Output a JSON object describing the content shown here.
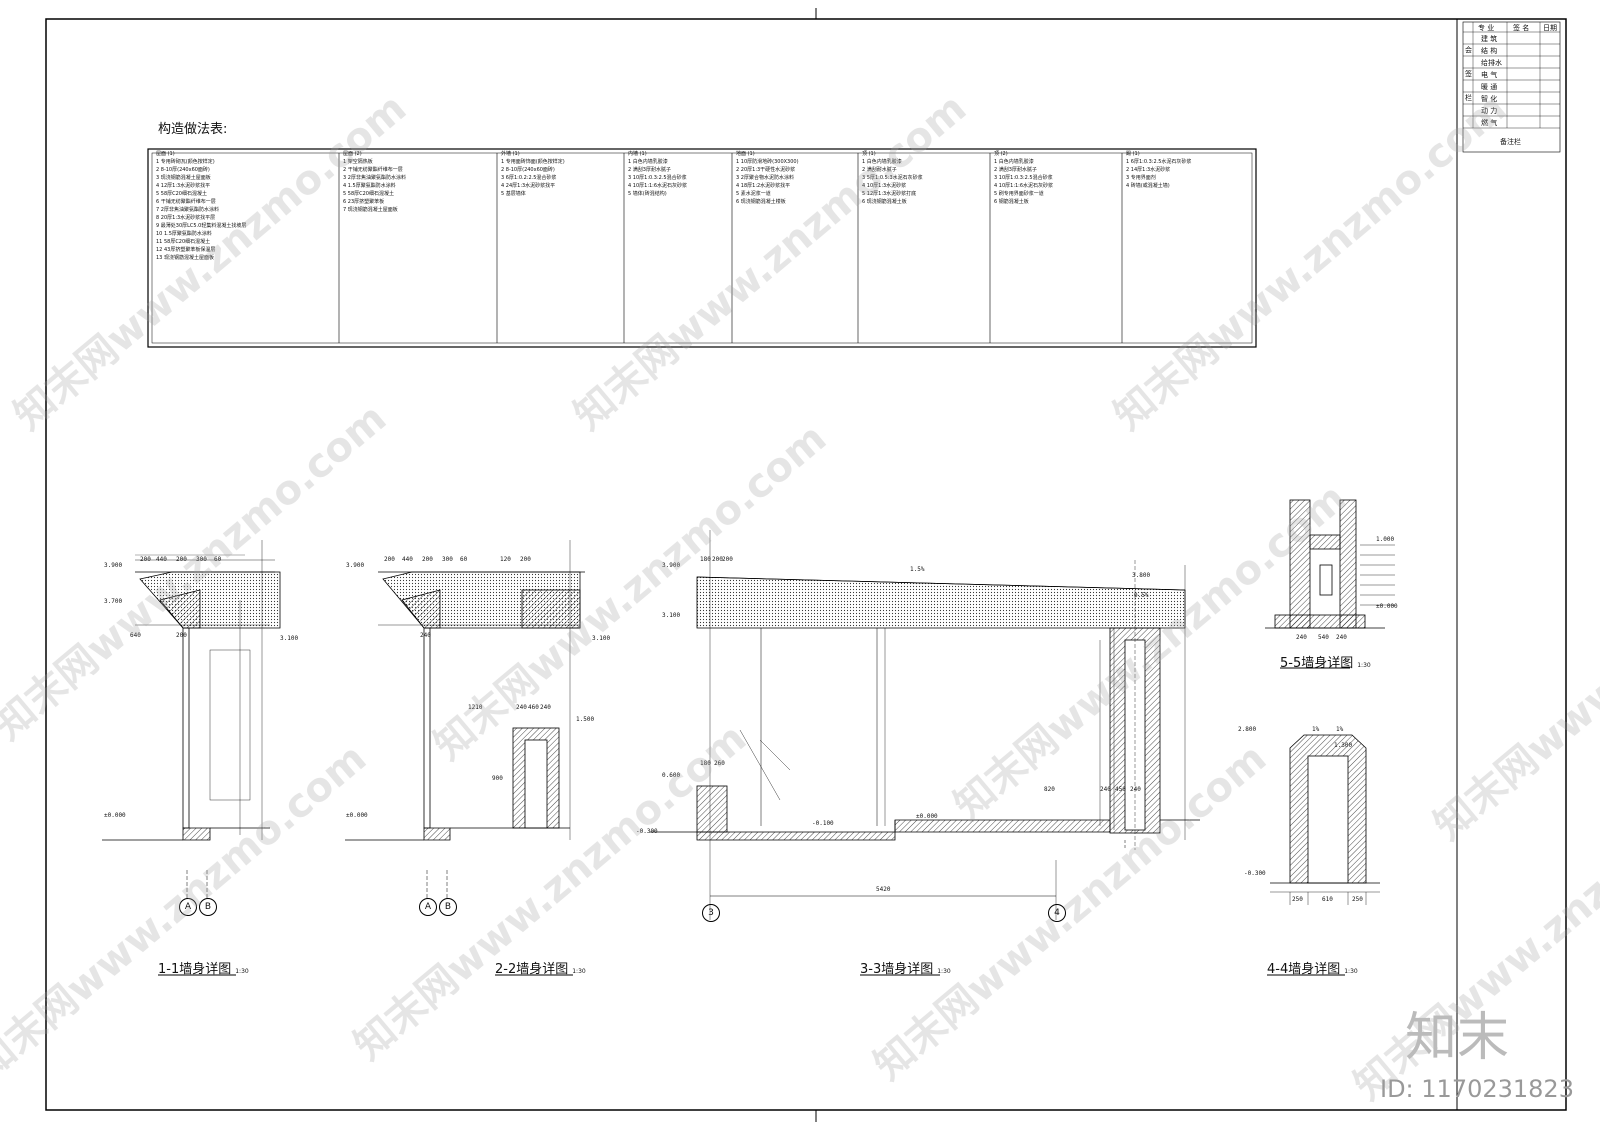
{
  "table": {
    "heading": "构造做法表:",
    "columns": [
      {
        "title": "屋面 (1)",
        "lines": [
          "1  专用砖砌瓦(颜色按样定)",
          "2  8-10厚(240x60面砖)",
          "3  现浇钢筋混凝土屋面板",
          "4  12厚1:3水泥砂浆找平",
          "5  58厚C20细石混凝土",
          "6  干铺无纺聚酯纤维布一层",
          "7  2厚非焦油聚氨酯防水涂料",
          "8  20厚1:3水泥砂浆找平层",
          "9  最薄处30厚LC5.0轻集料混凝土找坡层",
          "10  1.5厚聚氨酯防水涂料",
          "11  58厚C20细石混凝土",
          "12  43厚挤塑聚苯板保温层",
          "13  现浇钢筋混凝土屋面板"
        ]
      },
      {
        "title": "屋面 (2)",
        "lines": [
          "1  架空隔热板",
          "2  干铺无纺聚酯纤维布一层",
          "3  2厚非焦油聚氨酯防水涂料",
          "4  1.5厚聚氨酯防水涂料",
          "5  58厚C20细石混凝土",
          "6  23厚挤塑聚苯板",
          "7  现浇钢筋混凝土屋面板"
        ]
      },
      {
        "title": "外墙 (1)",
        "lines": [
          "1  专用面砖饰面(颜色按样定)",
          "2  8-10厚(240x60面砖)",
          "3  6厚1:0.2:2.5混合砂浆",
          "4  24厚1:3水泥砂浆找平",
          "5  基层墙体"
        ]
      },
      {
        "title": "内墙 (1)",
        "lines": [
          "1  白色内墙乳胶漆",
          "2  满刮3厚耐水腻子",
          "3  10厚1:0.3:2.5混合砂浆",
          "4  10厚1:1:6水泥石灰砂浆",
          "5  墙体(砖混结构)"
        ]
      },
      {
        "title": "地面 (1)",
        "lines": [
          "1  10厚防滑地砖(300X300)",
          "2  20厚1:3干硬性水泥砂浆",
          "3  2厚聚合物水泥防水涂料",
          "4  18厚1:2水泥砂浆找平",
          "5  素水泥浆一道",
          "6  现浇钢筋混凝土楼板"
        ]
      },
      {
        "title": "顶 (1)",
        "lines": [
          "1  白色内墙乳胶漆",
          "2  满刮耐水腻子",
          "3  5厚1:0.5:3水泥石灰砂浆",
          "4  10厚1:3水泥砂浆",
          "5  12厚1:3水泥砂浆打底",
          "6  现浇钢筋混凝土板"
        ]
      },
      {
        "title": "顶 (2)",
        "lines": [
          "1  白色内墙乳胶漆",
          "2  满刮3厚耐水腻子",
          "3  10厚1:0.3:2.5混合砂浆",
          "4  10厚1:1:6水泥石灰砂浆",
          "5  刷专用界面砂浆一道",
          "6  钢筋混凝土板"
        ]
      },
      {
        "title": "踢 (1)",
        "lines": [
          "1  6厚1:0.3:2.5水泥石灰砂浆",
          "2  14厚1:3水泥砂浆",
          "3  专用界面剂",
          "4  砖墙(或混凝土墙)"
        ]
      }
    ]
  },
  "sections": [
    {
      "id": "s1",
      "title": "1-1墙身详图",
      "scale": "1:30"
    },
    {
      "id": "s2",
      "title": "2-2墙身详图",
      "scale": "1:30"
    },
    {
      "id": "s3",
      "title": "3-3墙身详图",
      "scale": "1:30"
    },
    {
      "id": "s4",
      "title": "4-4墙身详图",
      "scale": "1:30"
    },
    {
      "id": "s5",
      "title": "5-5墙身详图",
      "scale": "1:30"
    }
  ],
  "labels": {
    "s1_dims": [
      "200",
      "440",
      "200",
      "300",
      "60",
      "640",
      "200"
    ],
    "s1_elev": [
      "3.900",
      "3.700",
      "3.100",
      "±0.000"
    ],
    "s1_axes": [
      "A",
      "B"
    ],
    "s2_dims": [
      "200",
      "440",
      "200",
      "300",
      "60",
      "120",
      "200",
      "240",
      "1210",
      "240",
      "460",
      "240",
      "900"
    ],
    "s2_elev": [
      "3.900",
      "3.100",
      "1.500",
      "±0.000"
    ],
    "s2_axes": [
      "A",
      "B"
    ],
    "s3_dims": [
      "180",
      "200",
      "200",
      "180",
      "260",
      "240",
      "450",
      "240",
      "820",
      "5420"
    ],
    "s3_elev": [
      "3.900",
      "3.800",
      "3.100",
      "0.600",
      "-0.100",
      "±0.000",
      "-0.300"
    ],
    "s3_axes": [
      "3",
      "4"
    ],
    "s3_slope": [
      "1.5%",
      "0.5%"
    ],
    "s4_dims": [
      "250",
      "610",
      "250"
    ],
    "s4_elev": [
      "2.800",
      "1.300",
      "-0.300"
    ],
    "s4_slope": [
      "1%",
      "1%"
    ],
    "s5_dims": [
      "240",
      "540",
      "240"
    ],
    "s5_elev": [
      "1.000",
      "±0.000"
    ]
  },
  "title_block": {
    "head": [
      "专 业",
      "签 名",
      "日期"
    ],
    "rows": [
      "建 筑",
      "结 构",
      "给排水",
      "电 气",
      "暖 通",
      "智 化",
      "动 力",
      "燃 气"
    ],
    "side": [
      "会",
      "签",
      "栏"
    ],
    "remark": "备注栏"
  },
  "watermark": "知末网www.znzmo.com",
  "brand": "知末",
  "image_id": "ID: 1170231823"
}
